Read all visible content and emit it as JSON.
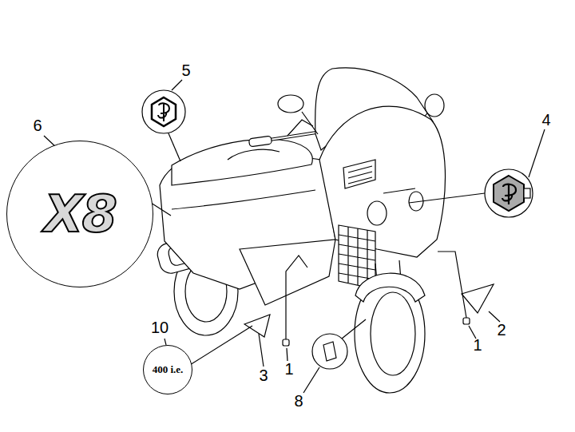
{
  "diagram": {
    "nodes": [
      {
        "text": [
          "X8"
        ]
      },
      {
        "text": [
          "400 i.e."
        ]
      }
    ],
    "labels": [
      "5",
      "4",
      "6",
      "10",
      "2",
      "1",
      "1",
      "3",
      "8"
    ]
  }
}
